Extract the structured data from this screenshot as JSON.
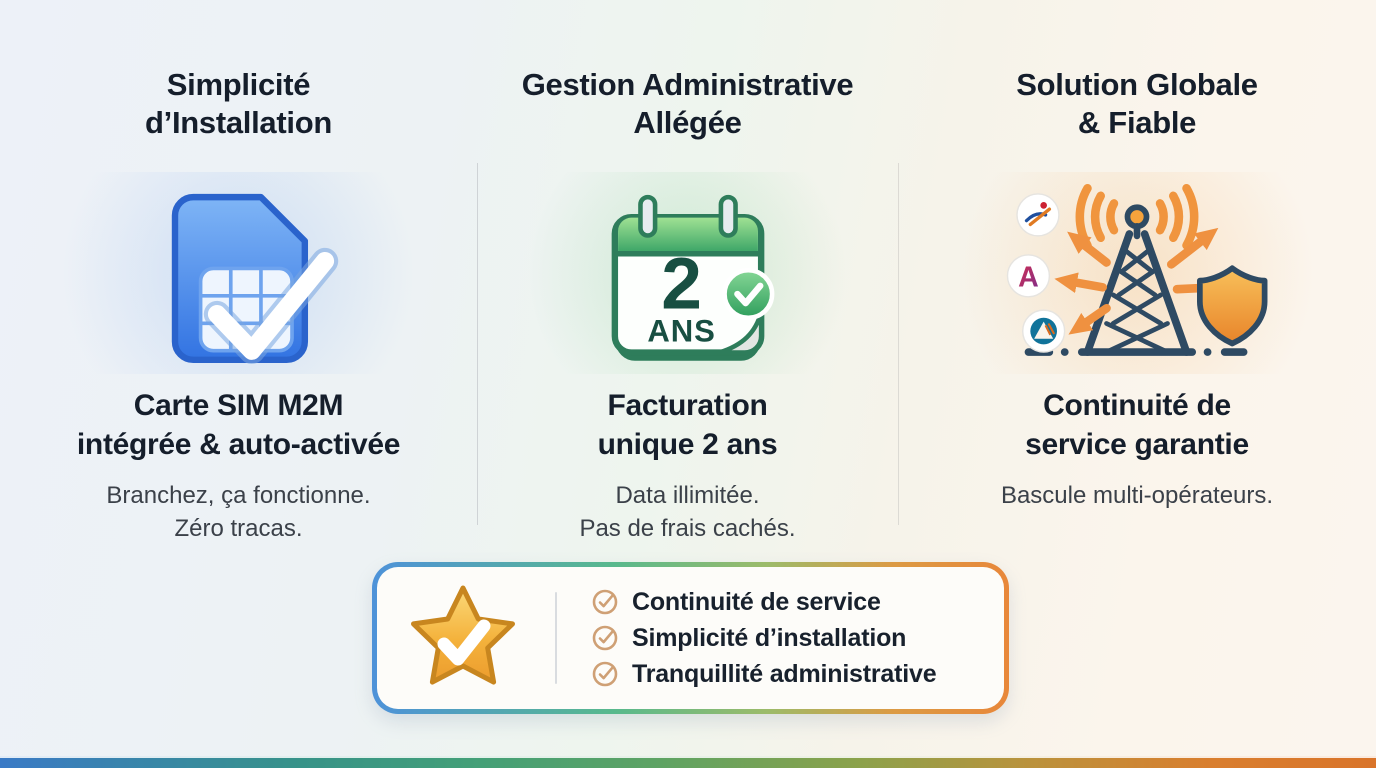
{
  "columns": [
    {
      "title": "Simplicité\nd’Installation",
      "icon": "sim-card-check-icon",
      "subtitle": "Carte SIM M2M\nintégrée & auto-activée",
      "description": "Branchez, ça fonctionne.\nZéro tracas."
    },
    {
      "title": "Gestion Administrative\nAllégée",
      "icon": "calendar-2-years-check-icon",
      "calendar_number": "2",
      "calendar_unit": "ANS",
      "subtitle": "Facturation\nunique 2 ans",
      "description": "Data illimitée.\nPas de frais cachés."
    },
    {
      "title": "Solution Globale\n& Fiable",
      "icon": "network-tower-multi-operator-shield-icon",
      "operator_letter": "A",
      "subtitle": "Continuité de\nservice garantie",
      "description": "Bascule multi-opérateurs."
    }
  ],
  "banner": {
    "icon": "star-check-badge-icon",
    "items": [
      "Continuité de service",
      "Simplicité d’installation",
      "Tranquillité administrative"
    ]
  },
  "colors": {
    "sim_blue": "#3273e2",
    "calendar_green": "#2e7d5b",
    "accent_orange": "#ef9140",
    "tower_navy": "#2e4a63",
    "star_gold": "#f2b23d",
    "list_check_tan": "#cfa075",
    "title_text": "#151e2b",
    "body_text": "#3b4149",
    "banner_border": [
      "#4e92d9",
      "#58b98d",
      "#e8873a"
    ],
    "bottom_bar": [
      "#3a7ac6",
      "#44a077",
      "#8aa24b",
      "#d9742a"
    ]
  }
}
